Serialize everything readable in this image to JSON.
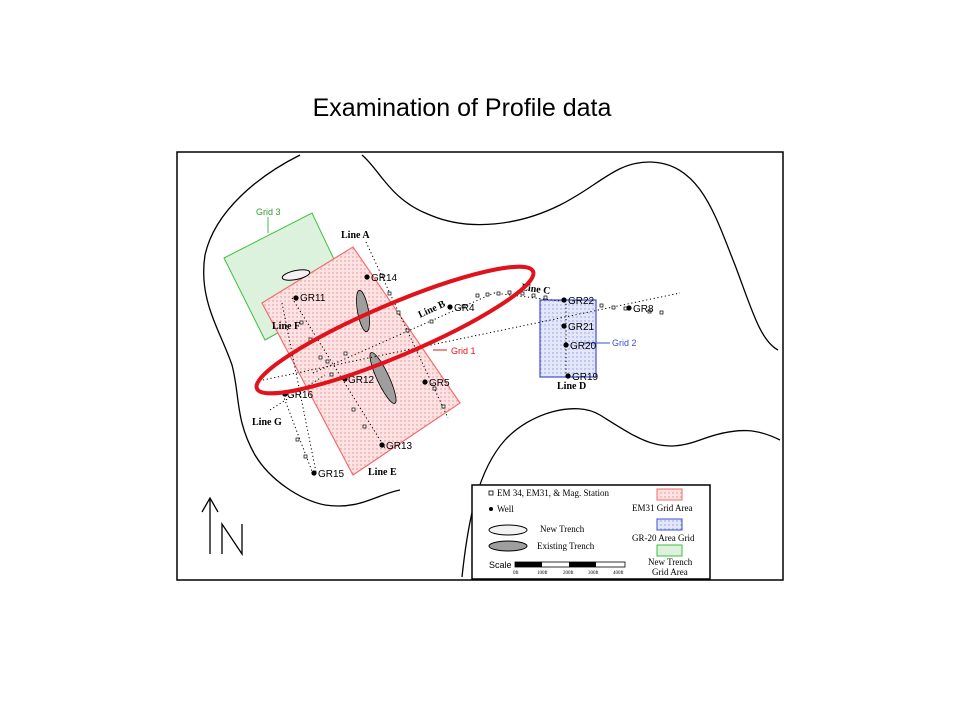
{
  "title": "Examination of Profile data",
  "labels": {
    "line_a": "Line A",
    "line_b": "Line B",
    "line_c": "Line C",
    "line_d": "Line D",
    "line_e": "Line E",
    "line_f": "Line F",
    "line_g": "Line G",
    "grid1": "Grid 1",
    "grid2": "Grid 2",
    "grid3": "Grid 3"
  },
  "wells": {
    "gr4": "GR4",
    "gr5": "GR5",
    "gr8": "GR8",
    "gr11": "GR11",
    "gr12": "GR12",
    "gr13": "GR13",
    "gr14": "GR14",
    "gr15": "GR15",
    "gr16": "GR16",
    "gr19": "GR19",
    "gr20": "GR20",
    "gr21": "GR21",
    "gr22": "GR22"
  },
  "legend": {
    "station": "EM 34, EM31, & Mag. Station",
    "well": "Well",
    "new_trench": "New Trench",
    "existing_trench": "Existing Trench",
    "scale": "Scale",
    "em31_grid": "EM31 Grid Area",
    "gr20_grid": "GR-20 Area Grid",
    "new_trench_grid_1": "New Trench",
    "new_trench_grid_2": "Grid Area",
    "scale_ticks": [
      "0ft",
      "100ft",
      "200ft",
      "300ft",
      "400ft"
    ]
  },
  "colors": {
    "grid1": "#f26d6d",
    "grid1_fill": "#fbd9d9",
    "grid2": "#3b4fd8",
    "grid2_fill": "#dde1f8",
    "grid3": "#3fbf3f",
    "grid3_fill": "#dcf2dc",
    "highlight": "#e0121b",
    "trench_existing": "#9e9e9e"
  }
}
